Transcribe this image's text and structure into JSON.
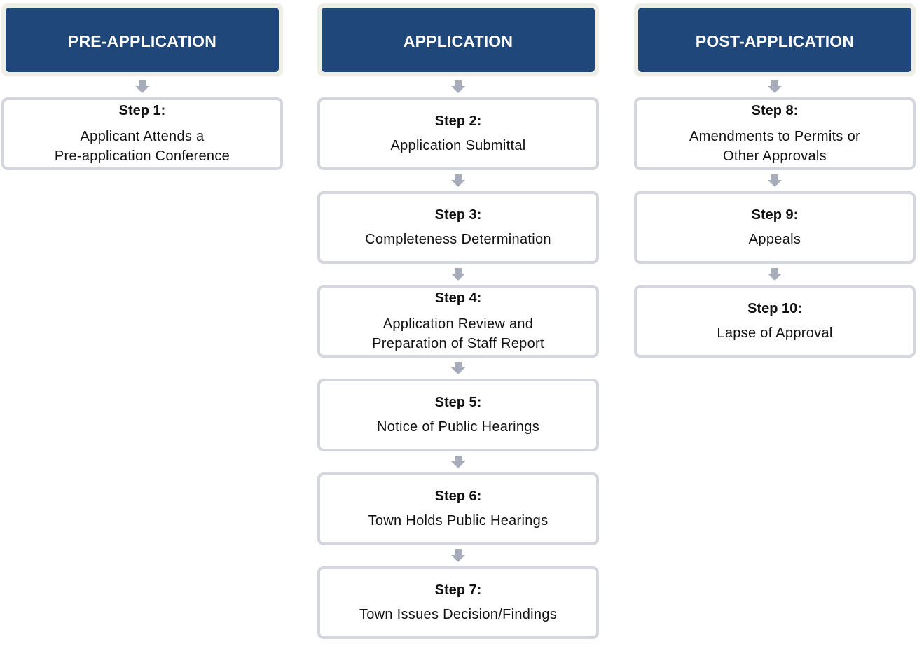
{
  "columns": [
    {
      "header": "PRE-APPLICATION",
      "steps": [
        {
          "title": "Step 1:",
          "lines": [
            "Applicant Attends a",
            "Pre-application Conference"
          ]
        }
      ]
    },
    {
      "header": "APPLICATION",
      "steps": [
        {
          "title": "Step 2:",
          "lines": [
            "Application Submittal"
          ]
        },
        {
          "title": "Step 3:",
          "lines": [
            "Completeness Determination"
          ]
        },
        {
          "title": "Step 4:",
          "lines": [
            "Application Review and",
            "Preparation of Staff Report"
          ]
        },
        {
          "title": "Step 5:",
          "lines": [
            "Notice of Public Hearings"
          ]
        },
        {
          "title": "Step 6:",
          "lines": [
            "Town Holds Public Hearings"
          ]
        },
        {
          "title": "Step 7:",
          "lines": [
            "Town Issues Decision/Findings"
          ]
        }
      ]
    },
    {
      "header": "POST-APPLICATION",
      "steps": [
        {
          "title": "Step 8:",
          "lines": [
            "Amendments to Permits or",
            "Other Approvals"
          ]
        },
        {
          "title": "Step 9:",
          "lines": [
            "Appeals"
          ]
        },
        {
          "title": "Step 10:",
          "lines": [
            "Lapse of Approval"
          ]
        }
      ]
    }
  ],
  "colors": {
    "header_bg": "#1f477a",
    "header_frame": "#efeee6",
    "box_border": "#d3d6dc",
    "arrow": "#a6acba"
  }
}
